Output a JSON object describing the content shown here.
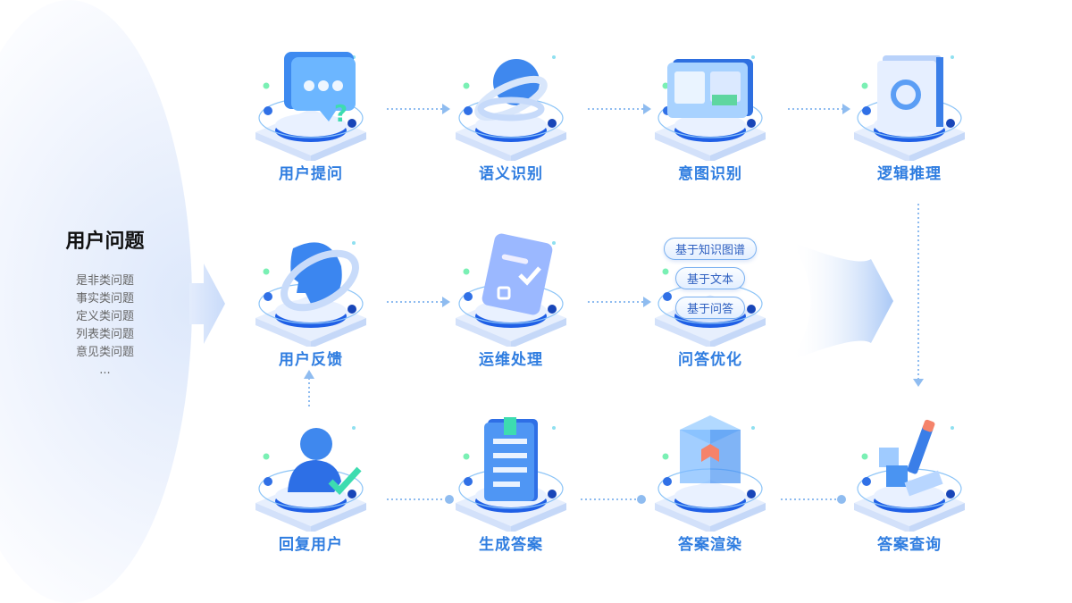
{
  "left": {
    "title": "用户问题",
    "items": [
      "是非类问题",
      "事实类问题",
      "定义类问题",
      "列表类问题",
      "意见类问题",
      "..."
    ]
  },
  "nodes": [
    {
      "label": "用户提问",
      "icon": "chat-bubble-question-icon"
    },
    {
      "label": "语义识别",
      "icon": "globe-ring-icon"
    },
    {
      "label": "意图识别",
      "icon": "screen-dashboard-icon"
    },
    {
      "label": "逻辑推理",
      "icon": "folder-gear-icon"
    },
    {
      "label": "用户反馈",
      "icon": "head-profile-icon"
    },
    {
      "label": "运维处理",
      "icon": "clipboard-check-icon"
    },
    {
      "label": "问答优化",
      "icon": "stacked-options-icon",
      "bubbles": [
        "基于知识图谱",
        "基于文本",
        "基于问答"
      ]
    },
    {
      "label": "回复用户",
      "icon": "user-check-icon"
    },
    {
      "label": "生成答案",
      "icon": "document-icon"
    },
    {
      "label": "答案渲染",
      "icon": "cube-render-icon"
    },
    {
      "label": "答案查询",
      "icon": "pencil-blocks-icon"
    }
  ],
  "colors": {
    "accent": "#2f7de0",
    "arrow": "#8fbcf0"
  }
}
